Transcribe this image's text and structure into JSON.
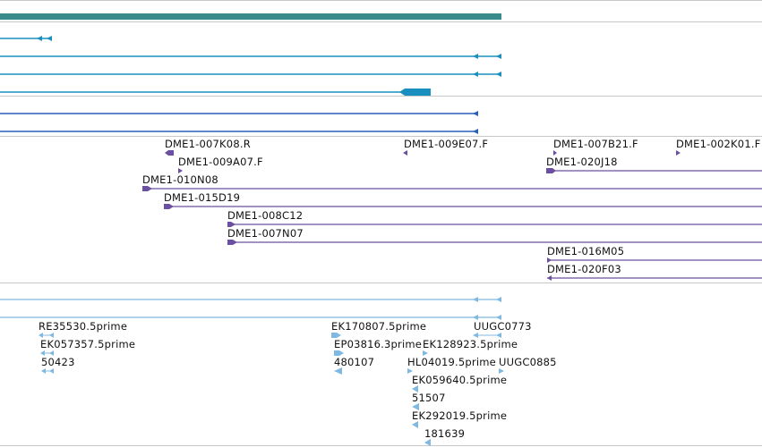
{
  "tracks": {
    "clones": {
      "labels": [
        "DME1-007K08.R",
        "DME1-009E07.F",
        "DME1-007B21.F",
        "DME1-002K01.F",
        "DME1-009A07.F",
        "DME1-020J18",
        "DME1-010N08",
        "DME1-015D19",
        "DME1-008C12",
        "DME1-007N07",
        "DME1-016M05",
        "DME1-020F03"
      ]
    },
    "ests": {
      "labels": [
        "RE35530.5prime",
        "EK170807.5prime",
        "UUGC0773",
        "EK057357.5prime",
        "EP03816.3prime",
        "EK128923.5prime",
        "50423",
        "480107",
        "HL04019.5prime",
        "UUGC0885",
        "EK059640.5prime",
        "51507",
        "EK292019.5prime",
        "181639"
      ]
    }
  },
  "colors": {
    "gene_bar": "#3a8c8c",
    "transcript": "#1a8fbf",
    "transcript_alt": "#2a5fb8",
    "clone": "#6b4fa0",
    "est": "#7fb8e0",
    "separator": "#c8c8c8"
  }
}
